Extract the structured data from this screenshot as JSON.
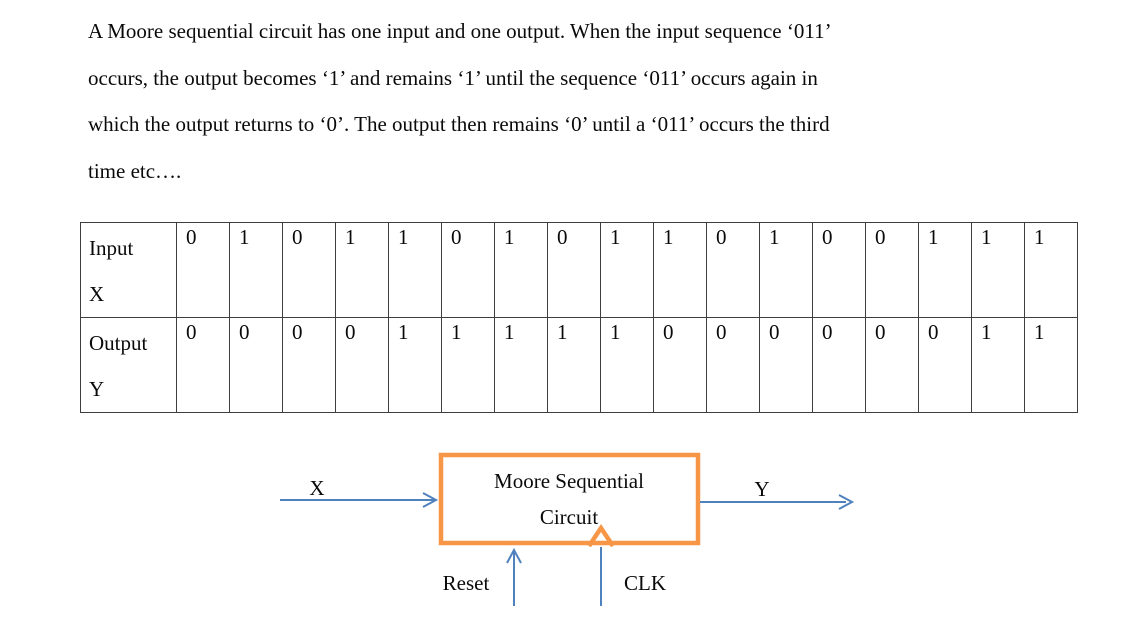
{
  "paragraph": {
    "lines": [
      "A Moore sequential circuit has one input and one output. When the input sequence ‘011’",
      "occurs, the output becomes ‘1’ and remains ‘1’ until the sequence ‘011’ occurs again in",
      "which the output returns to ‘0’. The output then remains ‘0’ until a ‘011’ occurs the third",
      "time etc…."
    ]
  },
  "table": {
    "row1": {
      "label_line1": "Input",
      "label_line2": "X",
      "values": [
        "0",
        "1",
        "0",
        "1",
        "1",
        "0",
        "1",
        "0",
        "1",
        "1",
        "0",
        "1",
        "0",
        "0",
        "1",
        "1",
        "1"
      ]
    },
    "row2": {
      "label_line1": "Output",
      "label_line2": "Y",
      "values": [
        "0",
        "0",
        "0",
        "0",
        "1",
        "1",
        "1",
        "1",
        "1",
        "0",
        "0",
        "0",
        "0",
        "0",
        "0",
        "1",
        "1"
      ]
    }
  },
  "diagram": {
    "box_label_line1": "Moore Sequential",
    "box_label_line2": "Circuit",
    "input_label": "X",
    "output_label": "Y",
    "reset_label": "Reset",
    "clk_label": "CLK",
    "colors": {
      "box_border": "#F79646",
      "arrow": "#4F81BD",
      "text": "#0a0a0a"
    }
  }
}
